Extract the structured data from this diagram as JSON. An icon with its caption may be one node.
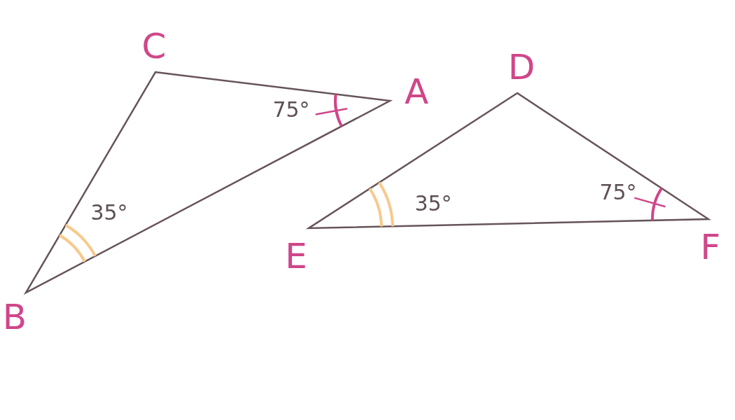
{
  "diagram": {
    "labels": [
      "C",
      "D",
      "A",
      "75°",
      "75°",
      "35°",
      "35°",
      "F",
      "E",
      "B"
    ]
  }
}
